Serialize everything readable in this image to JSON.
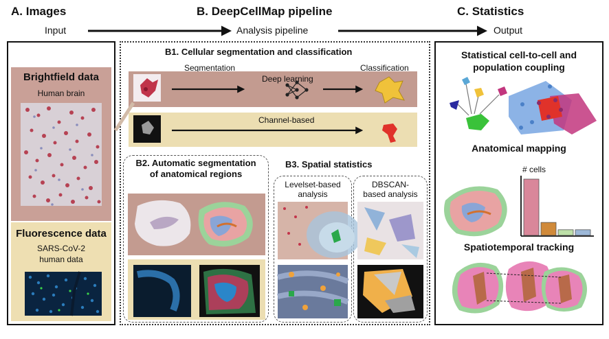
{
  "columns": {
    "a": {
      "title": "A. Images",
      "subtitle": "Input"
    },
    "b": {
      "title": "B. DeepCellMap pipeline",
      "subtitle": "Analysis pipeline"
    },
    "c": {
      "title": "C. Statistics",
      "subtitle": "Output"
    }
  },
  "panel_a": {
    "brightfield_title": "Brightfield data",
    "brightfield_sub": "Human brain",
    "fluorescence_title": "Fluorescence data",
    "fluorescence_sub_1": "SARS-CoV-2",
    "fluorescence_sub_2": "human data"
  },
  "b1": {
    "title": "B1. Cellular segmentation and classification",
    "segmentation": "Segmentation",
    "deep_learning": "Deep learning",
    "classification": "Classification",
    "channel_based": "Channel-based"
  },
  "b2": {
    "title_1": "B2. Automatic segmentation",
    "title_2": "of anatomical regions"
  },
  "b3": {
    "title": "B3. Spatial statistics",
    "levelset_1": "Levelset-based",
    "levelset_2": "analysis",
    "dbscan_1": "DBSCAN-",
    "dbscan_2": "based analysis"
  },
  "panel_c": {
    "coupling_1": "Statistical cell-to-cell and",
    "coupling_2": "population coupling",
    "mapping": "Anatomical mapping",
    "cells_label": "# cells",
    "tracking": "Spatiotemporal tracking"
  },
  "colors": {
    "brightfield_bg": "#c9a097",
    "fluorescence_bg": "#eedfb2",
    "b1_row1_bg": "#c39b90",
    "b1_row2_bg": "#ecdeb2",
    "accent_yellow": "#f0c23a",
    "accent_red": "#e0322a"
  },
  "chart_data": {
    "type": "bar",
    "categories": [
      "",
      "",
      "",
      ""
    ],
    "values": [
      100,
      23,
      10,
      10
    ],
    "ylabel": "# cells",
    "colors": [
      "#d9879a",
      "#d08a3a",
      "#bde0a8",
      "#9db8d8"
    ]
  }
}
